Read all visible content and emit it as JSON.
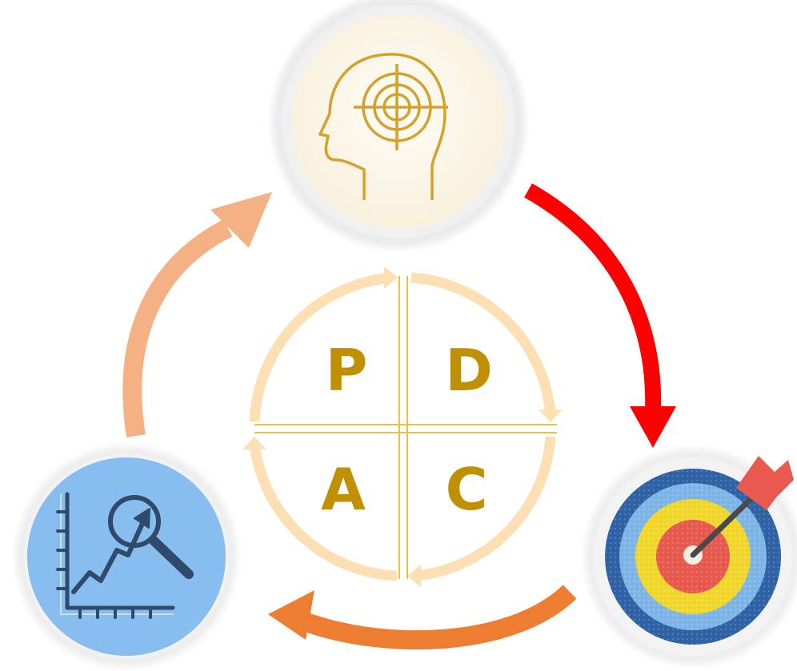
{
  "pdca": {
    "plan": "P",
    "do": "D",
    "check": "C",
    "act": "A"
  },
  "colors": {
    "letter": "#c09000",
    "quadrant_ring": "#fddfb4",
    "cross_line": "#e8c240",
    "arrow_act_to_plan": "#f4b183",
    "arrow_plan_to_do": "#ff0000",
    "arrow_do_to_check": "#ed7d31",
    "head_circle": "#fbf6ea",
    "head_icon": "#d4a22a",
    "chart_circle": "#88bdf0",
    "target_red": "#e85a4f",
    "target_yellow": "#f2d72c",
    "target_lightblue": "#7fb6e8",
    "target_darkblue": "#2f63a6"
  },
  "icons": {
    "top": "head-target-icon",
    "right": "bullseye-arrow-icon",
    "left": "chart-magnifier-icon"
  }
}
